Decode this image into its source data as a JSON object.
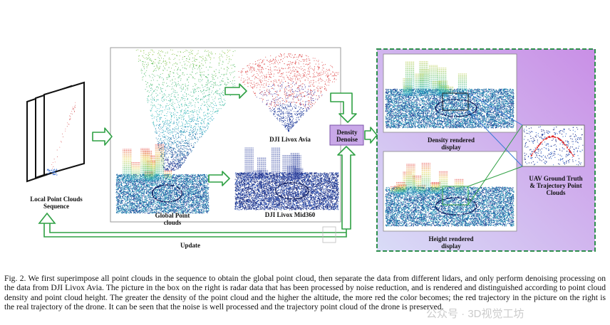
{
  "figure": {
    "labels": {
      "local_sequence": "Local Point Clouds Sequence",
      "global": "Global Point clouds",
      "avia": "DJI Livox Avia",
      "mid360": "DJI Livox Mid360",
      "denoise": "Density Denoise",
      "density_display": "Density rendered display",
      "height_display": "Height rendered display",
      "uav_truth": "UAV Ground Truth & Trajectory Point Clouds",
      "update": "Update"
    },
    "colors": {
      "denoise_box": "#c9a8e8",
      "arrow_green": "#2ea043",
      "dashed_border": "#2f8f4e",
      "panel_gradient_start": "#dcd6f7",
      "panel_gradient_end": "#c58ce6"
    }
  },
  "caption": {
    "text": "Fig. 2.   We first superimpose all point clouds in the sequence to obtain the global point cloud, then separate the data from different lidars, and only perform denoising processing on the data from DJI Livox Avia. The picture in the box on the right is radar data that has been processed by noise reduction, and is rendered and distinguished according to point cloud density and point cloud height. The greater the density of the point cloud and the higher the altitude, the more red the color becomes; the red trajectory in the picture on the right is the real trajectory of the drone. It can be seen that the noise is well processed and the trajectory point cloud of the drone is preserved."
  },
  "watermark": "公众号 · 3D视觉工坊"
}
